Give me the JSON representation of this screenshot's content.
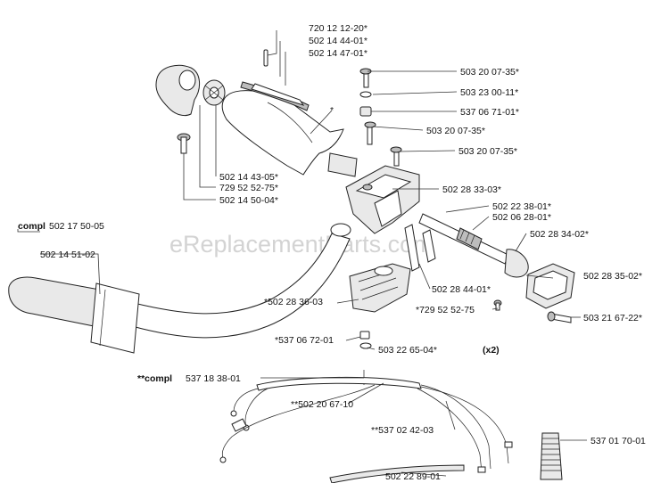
{
  "watermark": "eReplacementParts.com",
  "labels": {
    "p_720_12_12_20": "720 12 12-20*",
    "p_502_14_44_01": "502 14 44-01*",
    "p_502_14_47_01": "502 14 47-01*",
    "p_503_20_07_35_a": "503 20 07-35*",
    "p_503_23_00_11": "503 23 00-11*",
    "p_537_06_71_01": "537 06 71-01*",
    "p_503_20_07_35_b": "503 20 07-35*",
    "p_503_20_07_35_c": "503 20 07-35*",
    "p_star": "*",
    "p_502_14_43_05": "502 14 43-05*",
    "p_729_52_52_75_a": "729 52 52-75*",
    "p_502_14_50_04": "502 14 50-04*",
    "p_502_28_33_03": "502 28 33-03*",
    "p_502_22_38_01": "502 22 38-01*",
    "p_502_06_28_01": "502 06 28-01*",
    "p_502_28_34_02": "502 28 34-02*",
    "compl_a_prefix": "compl",
    "p_502_17_50_05": "502 17 50-05",
    "p_502_14_51_02": "502 14 51-02",
    "p_502_28_35_02": "502 28 35-02*",
    "p_502_28_44_01": "502 28 44-01*",
    "p_502_28_36_03": "*502 28 36-03",
    "p_729_52_52_75_b": "*729 52 52-75",
    "p_503_21_67_22": "503 21 67-22*",
    "p_537_06_72_01": "*537 06 72-01",
    "p_503_22_65_04": "503 22 65-04*",
    "qty_x2": "(x2)",
    "compl_b_prefix": "**compl",
    "p_537_18_38_01": "537 18 38-01",
    "p_502_20_67_10": "**502 20 67-10",
    "p_537_02_42_03": "**537 02 42-03",
    "p_537_01_70_01": "537 01 70-01",
    "p_502_22_89_01": "502 22 89-01"
  }
}
